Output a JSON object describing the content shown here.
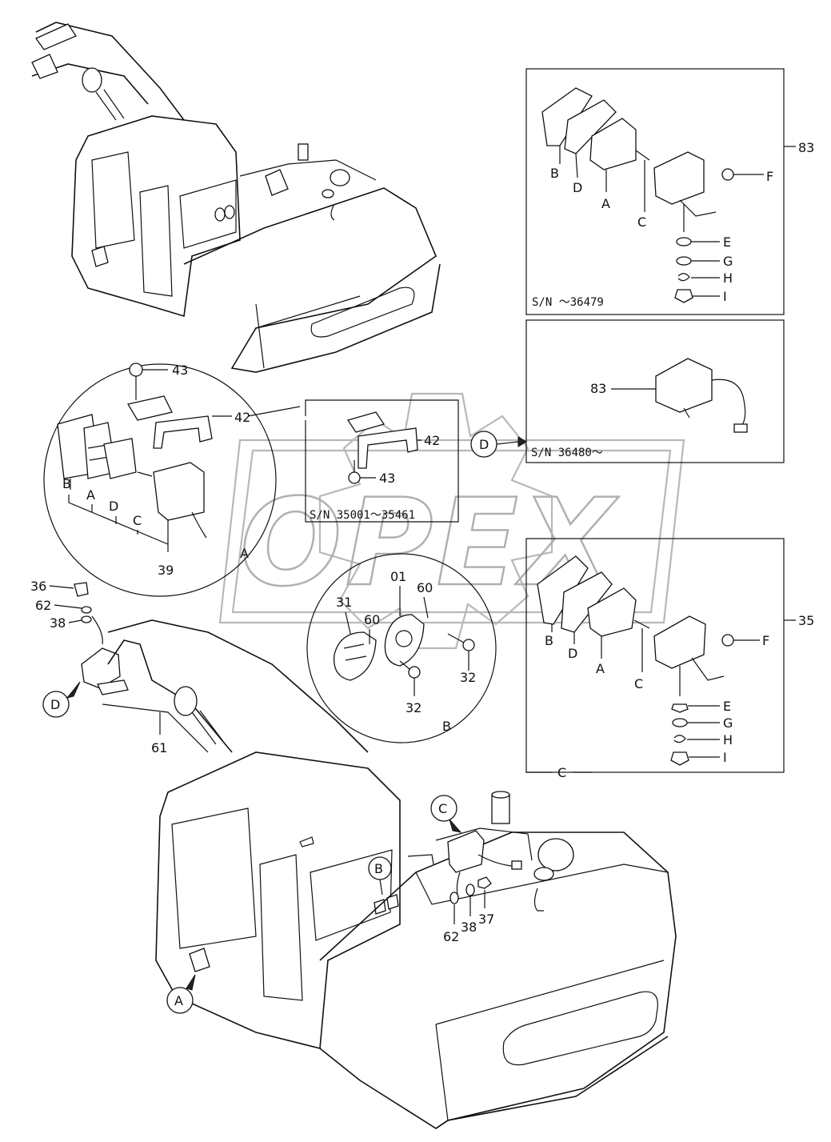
{
  "watermark": {
    "text": "OPEX"
  },
  "callout_letters": {
    "a": "A",
    "b": "B",
    "c": "C",
    "d": "D",
    "e": "E",
    "f": "F",
    "g": "G",
    "h": "H",
    "i": "I"
  },
  "part_numbers": {
    "p01": "01",
    "p31": "31",
    "p32": "32",
    "p35": "35",
    "p36": "36",
    "p37": "37",
    "p38": "38",
    "p39": "39",
    "p42": "42",
    "p43": "43",
    "p60": "60",
    "p61": "61",
    "p62": "62",
    "p83": "83"
  },
  "serials": {
    "sn_top_right": "S/N  ～36479",
    "sn_mid_right": "S/N  36480～",
    "sn_center": "S/N  35001～35461"
  }
}
